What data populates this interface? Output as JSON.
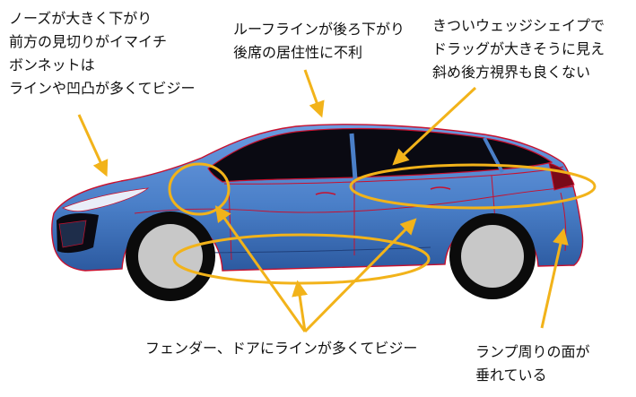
{
  "annotations": {
    "nose": {
      "lines": [
        "ノーズが大きく下がり",
        "前方の見切りがイマイチ",
        "ボンネットは",
        "ラインや凹凸が多くてビジー"
      ]
    },
    "roof": {
      "lines": [
        "ルーフラインが後ろ下がり",
        "後席の居住性に不利"
      ]
    },
    "wedge": {
      "lines": [
        "きついウェッジシェイプで",
        "ドラッグが大きそうに見え",
        "斜め後方視界も良くない"
      ]
    },
    "fender": {
      "lines": [
        "フェンダー、ドアにラインが多くてビジー"
      ]
    },
    "lamp": {
      "lines": [
        "ランプ周りの面が",
        "垂れている"
      ]
    }
  },
  "colors": {
    "body": "#4a7fc8",
    "body_shadow": "#2f5fa8",
    "window": "#0a0a12",
    "outline": "#c8102e",
    "tire": "#0b0b0b",
    "wheel": "#c8c8c8",
    "accent": "#f2b31a"
  },
  "icons": {
    "car": "car-illustration",
    "arrows": "arrow-icon",
    "highlights": "ellipse-highlight"
  }
}
